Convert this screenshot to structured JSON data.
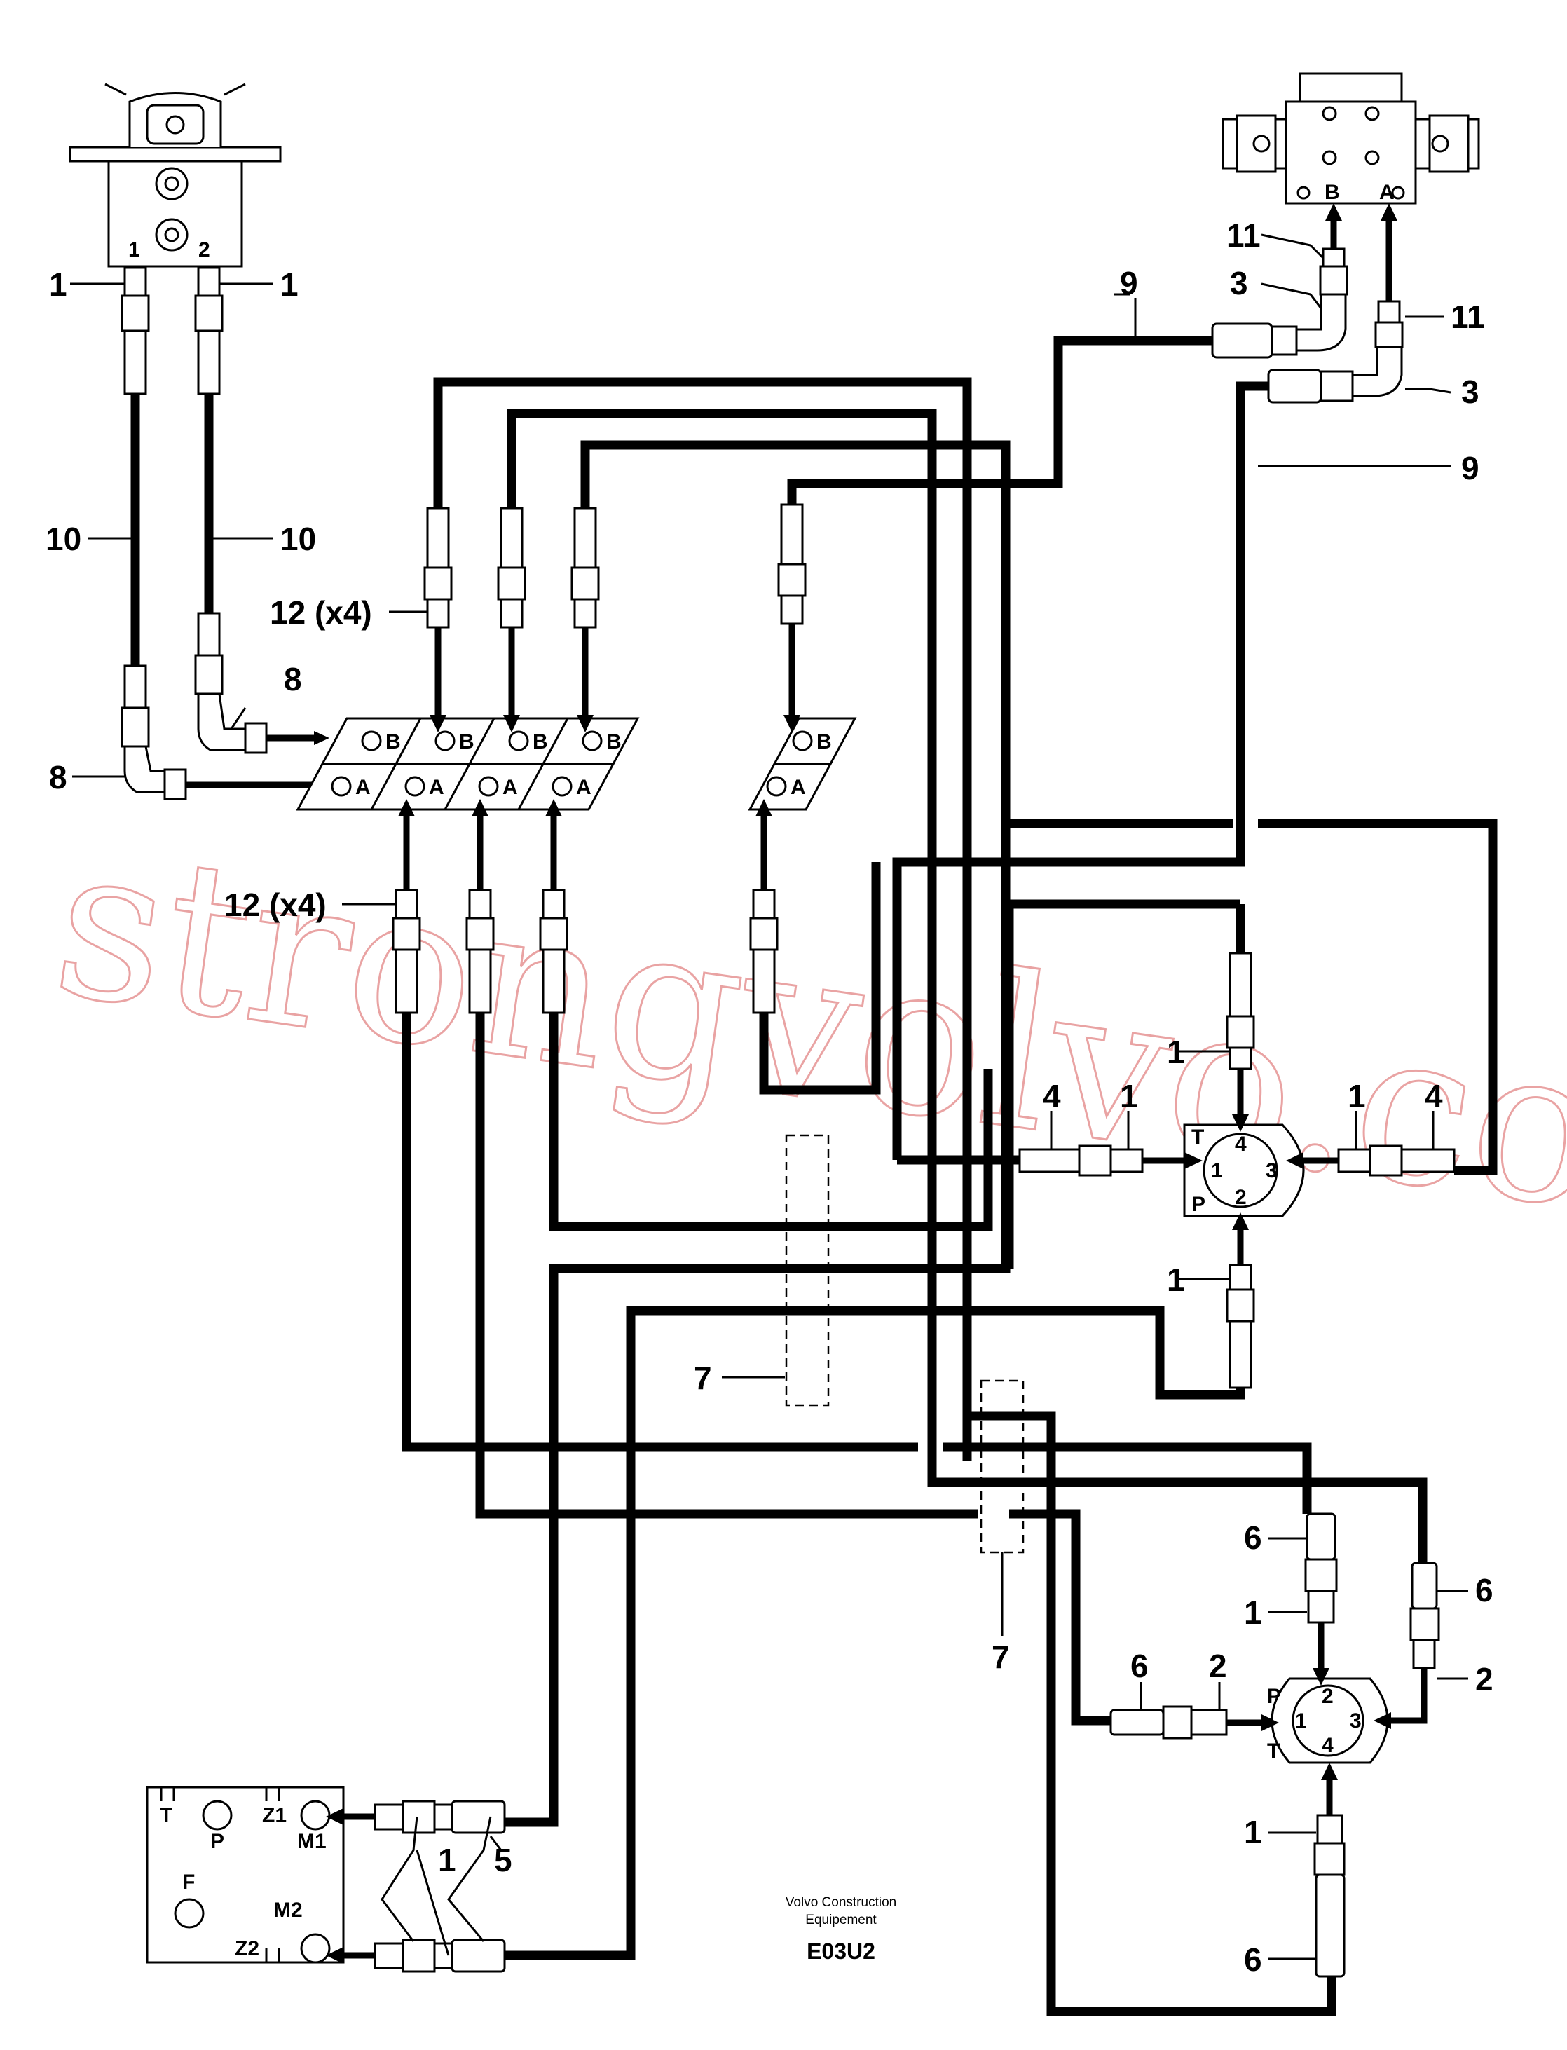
{
  "watermark": "strongvolvo.com",
  "footer": {
    "company_line1": "Volvo Construction",
    "company_line2": "Equipement",
    "drawing_code": "E03U2"
  },
  "callouts": {
    "c1": "1",
    "c2": "2",
    "c3": "3",
    "c4": "4",
    "c5": "5",
    "c6": "6",
    "c7": "7",
    "c8": "8",
    "c9": "9",
    "c10": "10",
    "c11": "11",
    "c12": "12 (x4)"
  },
  "ports": {
    "A": "A",
    "B": "B",
    "T": "T",
    "P": "P",
    "F": "F",
    "Z1": "Z1",
    "Z2": "Z2",
    "M1": "M1",
    "M2": "M2",
    "p1": "1",
    "p2": "2",
    "p3": "3",
    "p4": "4"
  }
}
